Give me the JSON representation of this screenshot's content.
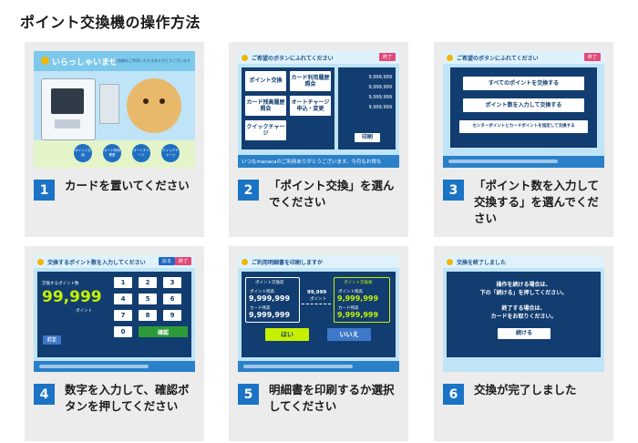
{
  "page": {
    "title": "ポイント交換機の操作方法"
  },
  "steps": [
    {
      "number": "1",
      "text": "カードを置いてください",
      "screen": {
        "welcome": "いらっしゃいませ",
        "subtitle": "交換機をご利用いただきありがとうございます",
        "buttons": [
          "ポイント交換",
          "カード利用履歴",
          "オートチャージ",
          "クイックチャージ"
        ]
      }
    },
    {
      "number": "2",
      "text": "「ポイント交換」を選んでください",
      "screen": {
        "header": "ご希望のボタンにふれてください",
        "end_label": "終了",
        "menu": [
          "ポイント交換",
          "カード利用履歴照会",
          "カード残高履歴照会",
          "オートチャージ申込・変更",
          "クイックチャージ"
        ],
        "balances": [
          "9,999,999",
          "9,999,999",
          "9,999,999",
          "9,999,999"
        ],
        "print_label": "印刷",
        "ticker": "いつもmanacaのご利用ありがとうございます。今月もお得な"
      }
    },
    {
      "number": "3",
      "text": "「ポイント数を入力して交換する」を選んでください",
      "screen": {
        "header": "ご希望のボタンにふれてください",
        "end_label": "終了",
        "options": [
          "すべてのポイントを交換する",
          "ポイント数を入力して交換する",
          "センターポイントとカードポイントを指定して交換する"
        ]
      }
    },
    {
      "number": "4",
      "text": "数字を入力して、確認ボタンを押してください",
      "screen": {
        "header": "交換するポイント数を入力してください",
        "back_label": "戻る",
        "end_label": "終了",
        "label": "交換するポイント数",
        "value": "99,999",
        "unit": "ポイント",
        "correct_label": "訂正",
        "keys": [
          "1",
          "2",
          "3",
          "4",
          "5",
          "6",
          "7",
          "8",
          "9",
          "0"
        ],
        "confirm_label": "確認"
      }
    },
    {
      "number": "5",
      "text": "明細書を印刷するか選択してください",
      "screen": {
        "header": "ご利用明細書を印刷しますか",
        "before_label": "ポイント交換前",
        "after_label": "ポイント交換後",
        "points_label": "ポイント残高",
        "card_label": "カード残高",
        "before_points": "9,999,999",
        "before_card": "9,999,999",
        "mid_value": "99,999",
        "mid_unit": "ポイント",
        "after_points": "9,999,999",
        "after_card": "9,999,999",
        "points_unit": "ポイント",
        "yen_unit": "円",
        "yes_label": "はい",
        "no_label": "いいえ"
      }
    },
    {
      "number": "6",
      "text": "交換が完了しました",
      "screen": {
        "header": "交換を終了しました",
        "message_1": "操作を続ける場合は、\n下の「続ける」を押してください。",
        "message_2": "終了する場合は、\nカードをお取りください。",
        "continue_label": "続ける"
      }
    }
  ],
  "colors": {
    "accent": "#1a73c5",
    "navy": "#123d70",
    "screen_bg": "#bfe4f7",
    "card_bg": "#ececec",
    "lime": "#c6f000",
    "green": "#2e9a3a"
  }
}
